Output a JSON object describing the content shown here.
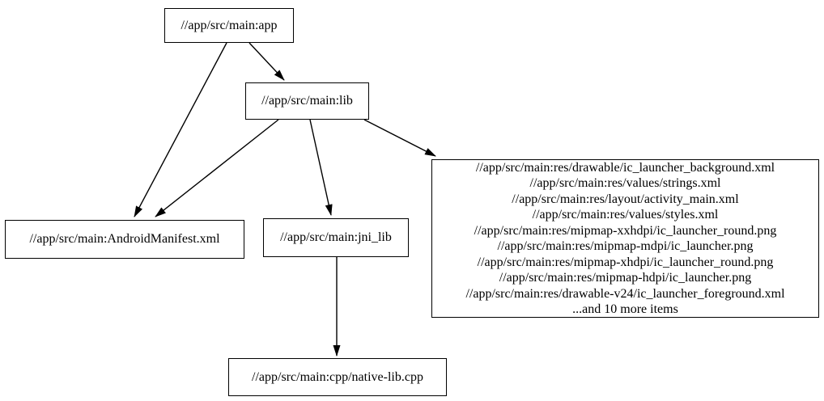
{
  "graph": {
    "nodes": {
      "app": {
        "label": "//app/src/main:app"
      },
      "lib": {
        "label": "//app/src/main:lib"
      },
      "android_manifest": {
        "label": "//app/src/main:AndroidManifest.xml"
      },
      "jni_lib": {
        "label": "//app/src/main:jni_lib"
      },
      "res_group": {
        "lines": [
          "//app/src/main:res/drawable/ic_launcher_background.xml",
          "//app/src/main:res/values/strings.xml",
          "//app/src/main:res/layout/activity_main.xml",
          "//app/src/main:res/values/styles.xml",
          "//app/src/main:res/mipmap-xxhdpi/ic_launcher_round.png",
          "//app/src/main:res/mipmap-mdpi/ic_launcher.png",
          "//app/src/main:res/mipmap-xhdpi/ic_launcher_round.png",
          "//app/src/main:res/mipmap-hdpi/ic_launcher.png",
          "//app/src/main:res/drawable-v24/ic_launcher_foreground.xml",
          "...and 10 more items"
        ]
      },
      "native_lib_cpp": {
        "label": "//app/src/main:cpp/native-lib.cpp"
      }
    },
    "edges": [
      {
        "from": "//app/src/main:app",
        "to": "//app/src/main:lib"
      },
      {
        "from": "//app/src/main:app",
        "to": "//app/src/main:AndroidManifest.xml"
      },
      {
        "from": "//app/src/main:lib",
        "to": "//app/src/main:AndroidManifest.xml"
      },
      {
        "from": "//app/src/main:lib",
        "to": "//app/src/main:jni_lib"
      },
      {
        "from": "//app/src/main:lib",
        "to": "res_group"
      },
      {
        "from": "//app/src/main:jni_lib",
        "to": "//app/src/main:cpp/native-lib.cpp"
      }
    ],
    "colors": {
      "background": "#ffffff",
      "node_border": "#000000",
      "text": "#000000",
      "edge": "#000000"
    }
  }
}
